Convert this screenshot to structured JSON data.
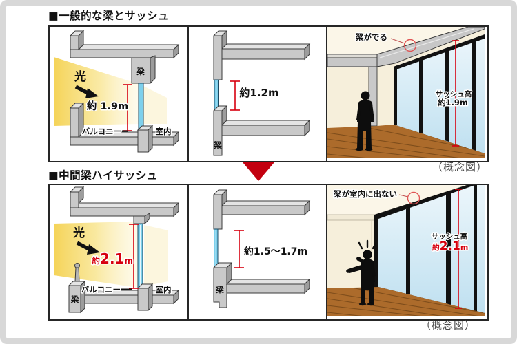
{
  "frame": {
    "border_color": "#d8d8d8",
    "background": "#ffffff"
  },
  "colors": {
    "accent_red": "#d7000f",
    "arrow_red": "#c3000f",
    "concrete_gray": "#c9c9c9",
    "sash_blue": "#7ed0ec",
    "light_yellow": "#f4d14f",
    "wall_cream": "#f6efdb",
    "floor_brown": "#ac6b2b",
    "glass_blue": "#cce7f4"
  },
  "section_top": {
    "title": "■一般的な梁とサッシュ",
    "caption": "（概念図）",
    "section_panel": {
      "light": "光",
      "beam": "梁",
      "dimension": "約 1.9m",
      "balcony": "バルコニー",
      "indoor": "室内"
    },
    "sash_panel": {
      "dimension": "約1.2m",
      "beam": "梁"
    },
    "room_panel": {
      "callout": "梁がでる",
      "sash_line1": "サッシュ高",
      "sash_line2": "約1.9m"
    }
  },
  "section_bottom": {
    "title": "■中間梁ハイサッシュ",
    "caption": "（概念図）",
    "section_panel": {
      "light": "光",
      "beam": "梁",
      "dim_prefix": "約",
      "dim_value": "2.1",
      "dim_unit": "m",
      "balcony": "バルコニー",
      "indoor": "室内"
    },
    "sash_panel": {
      "dimension": "約1.5〜1.7m",
      "beam": "梁"
    },
    "room_panel": {
      "callout": "梁が室内に出ない",
      "sash_line1": "サッシュ高",
      "sash_prefix": "約",
      "sash_value": "2.1",
      "sash_unit": "m"
    }
  }
}
